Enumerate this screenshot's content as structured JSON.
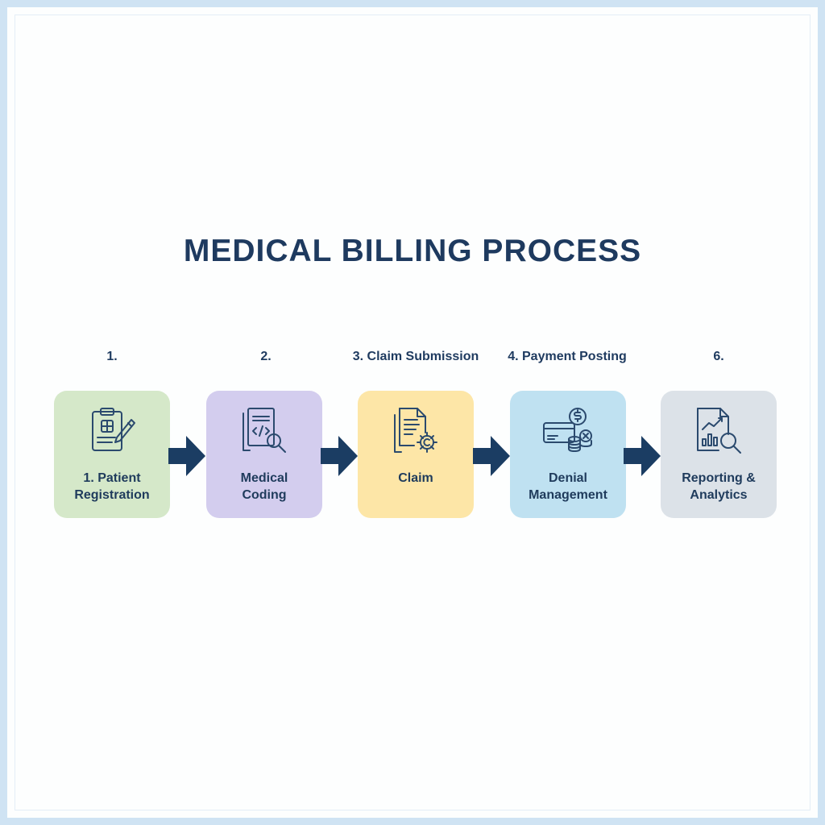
{
  "title": "MEDICAL BILLING PROCESS",
  "colors": {
    "title": "#1e3a5f",
    "arrow": "#1b3d63",
    "icon_stroke": "#2b4a6e",
    "frame": "#cfe3f3"
  },
  "steps": [
    {
      "top_label": "1.",
      "card_label": "1. Patient\nRegistration",
      "icon": "clipboard-medical-pen-icon",
      "color": "#d5e8c9"
    },
    {
      "top_label": "2.",
      "card_label": "Medical\nCoding",
      "icon": "code-document-magnifier-icon",
      "color": "#d3cdee"
    },
    {
      "top_label": "3. Claim Submission",
      "card_label": "Claim",
      "icon": "document-gear-icon",
      "color": "#fde6a7"
    },
    {
      "top_label": "4. Payment Posting",
      "card_label": "Denial\nManagement",
      "icon": "card-coins-denied-icon",
      "color": "#bfe1f1"
    },
    {
      "top_label": "6.",
      "card_label": "Reporting &\nAnalytics",
      "icon": "report-chart-magnifier-icon",
      "color": "#dce2e8"
    }
  ]
}
